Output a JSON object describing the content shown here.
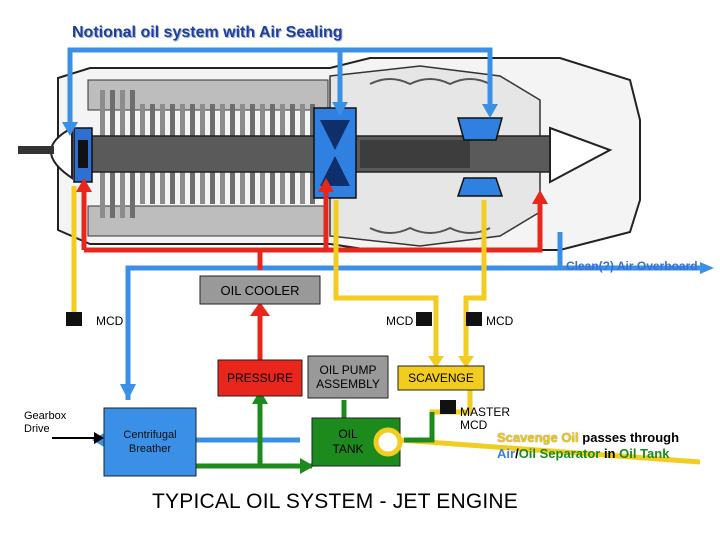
{
  "title": "Notional oil system with Air Sealing",
  "overboard_label": "Clean(?) Air Overboard",
  "oil_cooler_label": "OIL COOLER",
  "mcd_labels": [
    "MCD",
    "MCD",
    "MCD"
  ],
  "pressure_label": "PRESSURE",
  "pump_label_1": "OIL PUMP",
  "pump_label_2": "ASSEMBLY",
  "scavenge_label": "SCAVENGE",
  "gearbox_label_1": "Gearbox",
  "gearbox_label_2": "Drive",
  "breather_label_1": "Centrifugal",
  "breather_label_2": "Breather",
  "tank_label_1": "OIL",
  "tank_label_2": "TANK",
  "master_mcd_1": "MASTER",
  "master_mcd_2": "MCD",
  "note": {
    "line1_a": "Scavenge Oil",
    "line1_b": " passes through",
    "line2_a": "Air",
    "line2_b": "/",
    "line2_c": "Oil Separator",
    "line2_d": " in ",
    "line2_e": "Oil Tank"
  },
  "main_title": "TYPICAL OIL SYSTEM - JET ENGINE",
  "colors": {
    "air": "#3a8fe6",
    "pressure": "#e8261c",
    "scavenge": "#f2cc1e",
    "return": "#1d8a1d",
    "engine_dark": "#3c3c3c",
    "engine_light": "#9a9a9a"
  }
}
